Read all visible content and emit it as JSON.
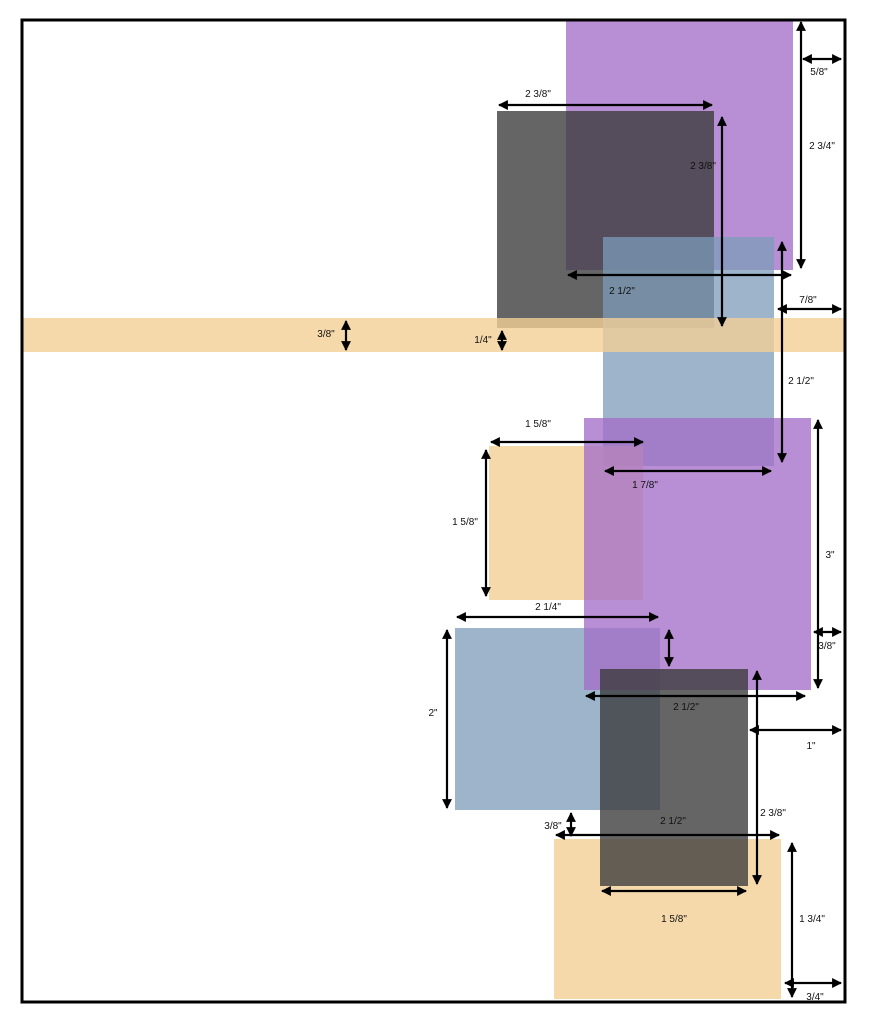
{
  "dimensions": {
    "gray_top_width": "2 3/8\"",
    "gray_top_height": "2 3/8\"",
    "purple_top_height": "2 3/4\"",
    "purple_top_right_margin": "5/8\"",
    "purple_top_width": "2 1/2\"",
    "blue_top_right_margin": "7/8\"",
    "blue_top_height": "2 1/2\"",
    "strip_height": "3/8\"",
    "gray_strip_overlap": "1/4\"",
    "tan_mid_width": "1 5/8\"",
    "blue_top_width": "1 7/8\"",
    "tan_mid_height": "1 5/8\"",
    "purple_mid_height": "3\"",
    "purple_mid_right_margin": "3/8\"",
    "blue_mid_width": "2 1/4\"",
    "blue_mid_height": "2\"",
    "purple_mid_width": "2 1/2\"",
    "gray_bottom_right_margin": "1\"",
    "gray_bottom_height": "2 3/8\"",
    "tan_bottom_width": "2 1/2\"",
    "tan_bottom_gap": "3/8\"",
    "gray_bottom_width": "1 5/8\"",
    "tan_bottom_height": "1 3/4\"",
    "tan_bottom_right_margin": "3/4\""
  },
  "colors": {
    "purple": "#a46ec8",
    "gray": "#3a3a3a",
    "blue": "#7c9bba",
    "tan": "#f2cf96"
  }
}
